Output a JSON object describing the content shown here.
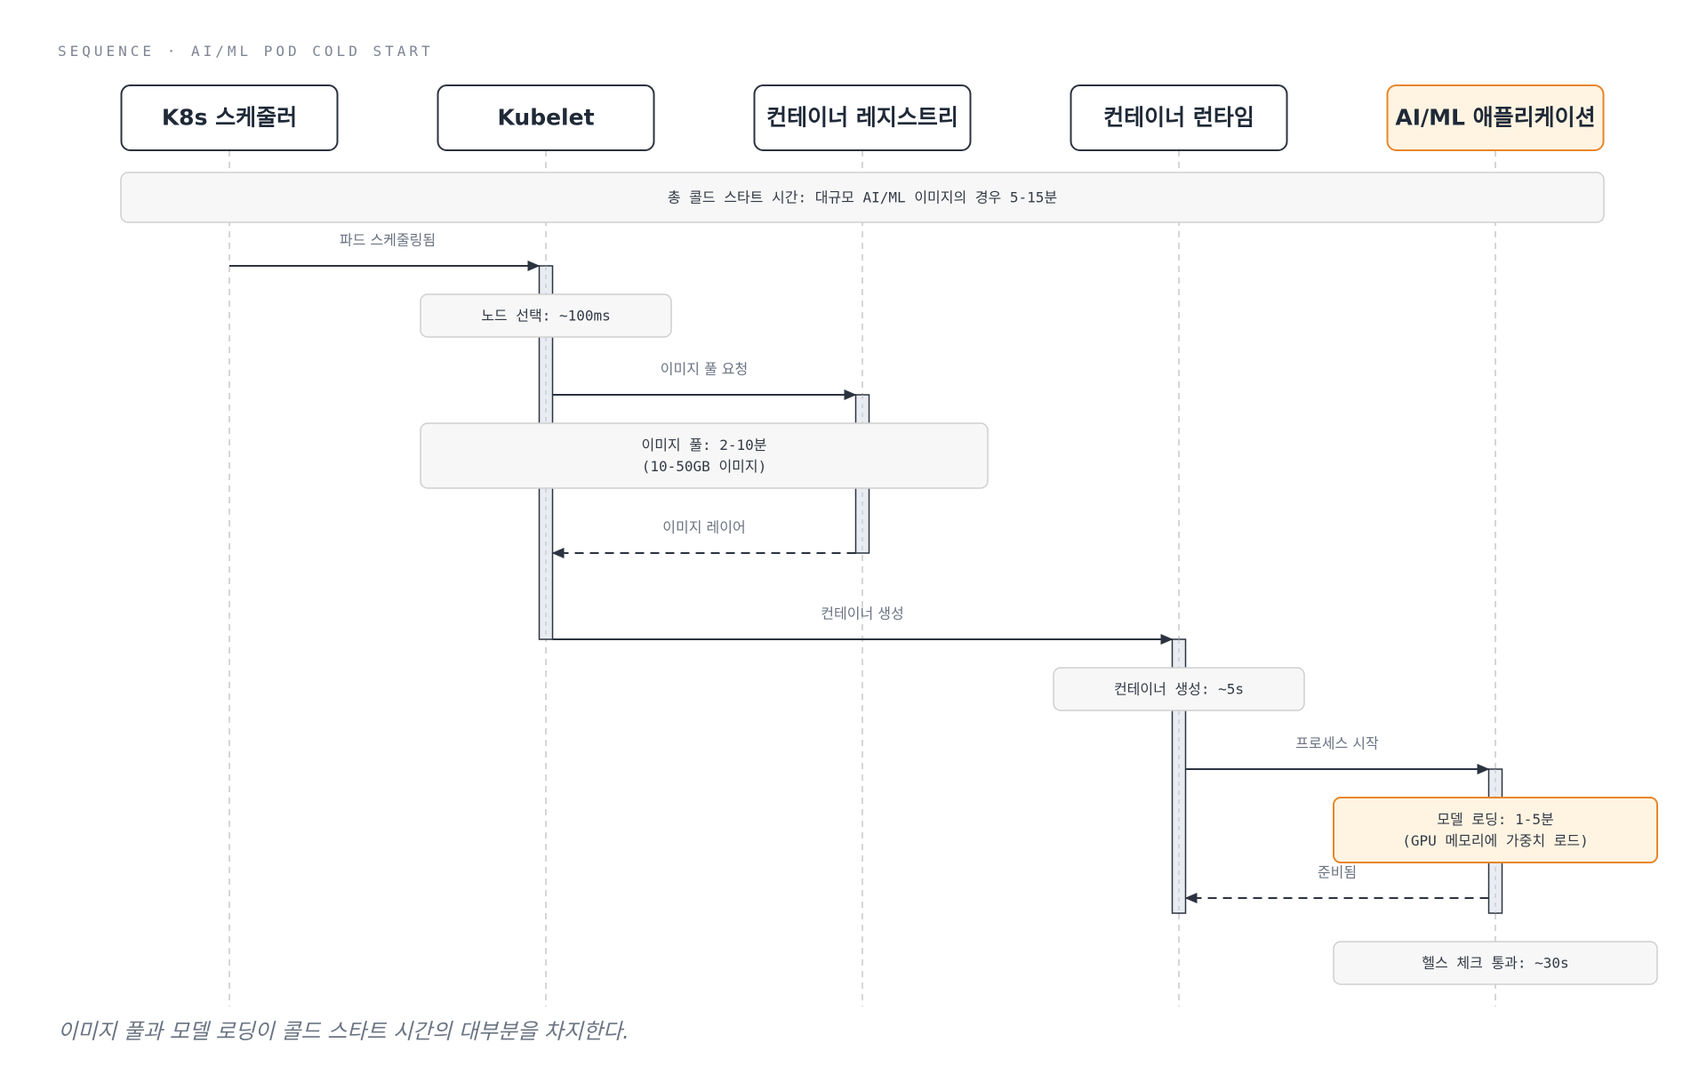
{
  "header": {
    "label": "SEQUENCE · AI/ML POD COLD START"
  },
  "caption": "이미지 풀과 모델 로딩이 콜드 스타트 시간의 대부분을 차지한다.",
  "colors": {
    "stroke": "#2c3340",
    "accent": "#e8862a",
    "accent_fill": "#fff4e2",
    "note_fill": "#f7f7f7",
    "note_stroke": "#cfcfcf",
    "lifeline": "#c8c8c8",
    "activation_fill": "#e9edf2"
  },
  "actors": [
    {
      "id": "scheduler",
      "label": "K8s 스케줄러",
      "highlight": false
    },
    {
      "id": "kubelet",
      "label": "Kubelet",
      "highlight": false
    },
    {
      "id": "registry",
      "label": "컨테이너 레지스트리",
      "highlight": false
    },
    {
      "id": "runtime",
      "label": "컨테이너 런타임",
      "highlight": false
    },
    {
      "id": "app",
      "label": "AI/ML 애플리케이션",
      "highlight": true
    }
  ],
  "banner": {
    "text": "총 콜드 스타트 시간: 대규모 AI/ML 이미지의 경우 5-15분",
    "span": [
      "scheduler",
      "app"
    ]
  },
  "steps": [
    {
      "kind": "message",
      "from": "scheduler",
      "to": "kubelet",
      "label": "파드 스케줄링됨",
      "dashed": false
    },
    {
      "kind": "note",
      "over": [
        "kubelet"
      ],
      "lines": [
        "노드 선택: ~100ms"
      ],
      "highlight": false
    },
    {
      "kind": "message",
      "from": "kubelet",
      "to": "registry",
      "label": "이미지 풀 요청",
      "dashed": false
    },
    {
      "kind": "note",
      "over": [
        "kubelet",
        "registry"
      ],
      "lines": [
        "이미지 풀: 2-10분",
        "(10-50GB 이미지)"
      ],
      "highlight": false
    },
    {
      "kind": "message",
      "from": "registry",
      "to": "kubelet",
      "label": "이미지 레이어",
      "dashed": true
    },
    {
      "kind": "message",
      "from": "kubelet",
      "to": "runtime",
      "label": "컨테이너 생성",
      "dashed": false
    },
    {
      "kind": "note",
      "over": [
        "runtime"
      ],
      "lines": [
        "컨테이너 생성: ~5s"
      ],
      "highlight": false
    },
    {
      "kind": "message",
      "from": "runtime",
      "to": "app",
      "label": "프로세스 시작",
      "dashed": false
    },
    {
      "kind": "note",
      "over": [
        "app"
      ],
      "lines": [
        "모델 로딩: 1-5분",
        "(GPU 메모리에 가중치 로드)"
      ],
      "highlight": true
    },
    {
      "kind": "message",
      "from": "app",
      "to": "runtime",
      "label": "준비됨",
      "dashed": true
    },
    {
      "kind": "note",
      "over": [
        "app"
      ],
      "lines": [
        "헬스 체크 통과: ~30s"
      ],
      "highlight": false
    }
  ]
}
